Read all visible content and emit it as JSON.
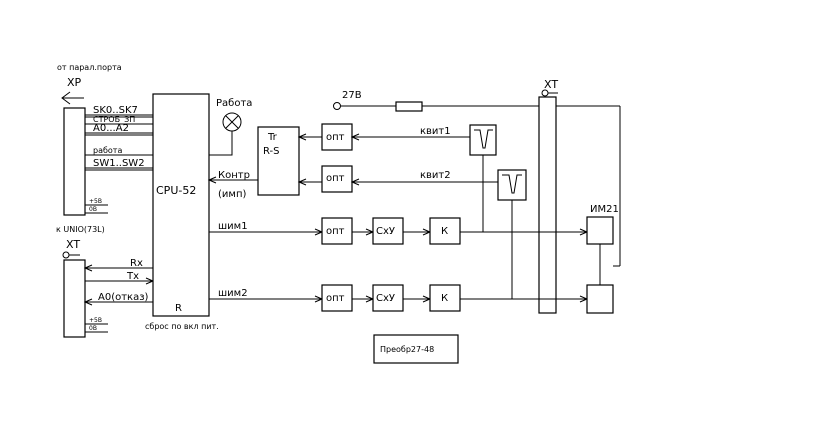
{
  "labels": {
    "from_parallel_port": "от парал.порта",
    "xp": "XP",
    "sk": "SK0..SK7",
    "strobe": "СТРОБ_ЗП",
    "a0a2": "A0...A2",
    "rabota_bus": "работа",
    "sw": "SW1..SW2",
    "p5v_top": "+5В",
    "ov_top": "0В",
    "to_unio": "к UNIO(73L)",
    "xt_left": "XT",
    "rx": "Rx",
    "tx": "Tx",
    "a0_otkaz": "A0(отказ)",
    "p5v_bot": "+5В",
    "ov_bot": "0В",
    "cpu": "CPU-52",
    "r_pin": "R",
    "reset": "сброс по вкл пит.",
    "rabota_lamp": "Работа",
    "tg": "Tr",
    "rs": "R-S",
    "kontr": "Контр",
    "imp": "(имп)",
    "v27": "27В",
    "opt": "опт",
    "kvit1": "квит1",
    "kvit2": "квит2",
    "shim1": "шим1",
    "shim2": "шим2",
    "cxu": "СхУ",
    "k": "К",
    "xt_right": "XT",
    "im21": "ИМ21",
    "preobr": "Преобр27-48"
  }
}
